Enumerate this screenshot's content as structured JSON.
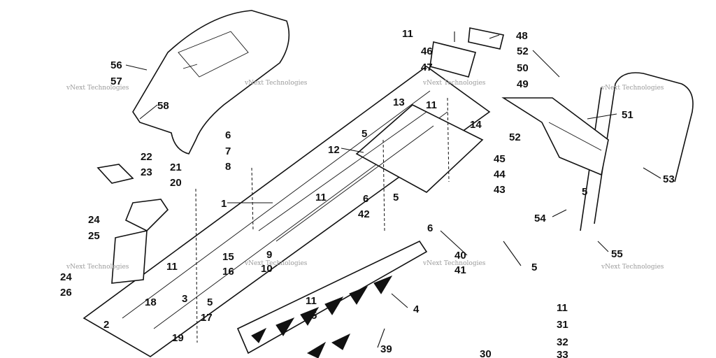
{
  "watermark": "vNext Technologies",
  "callouts": [
    "1",
    "2",
    "3",
    "4",
    "5",
    "6",
    "7",
    "8",
    "9",
    "10",
    "11",
    "12",
    "13",
    "14",
    "15",
    "16",
    "17",
    "18",
    "19",
    "20",
    "21",
    "22",
    "23",
    "24",
    "25",
    "26",
    "30",
    "31",
    "32",
    "33",
    "39",
    "40",
    "41",
    "42",
    "43",
    "44",
    "45",
    "46",
    "47",
    "48",
    "49",
    "50",
    "51",
    "52",
    "53",
    "54",
    "55",
    "56",
    "57",
    "58"
  ]
}
